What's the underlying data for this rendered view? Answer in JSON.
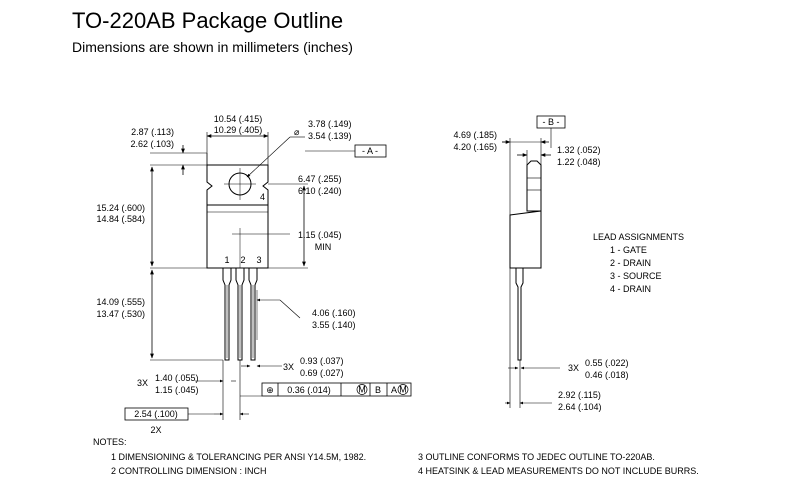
{
  "title": "TO-220AB Package Outline",
  "subtitle": "Dimensions are shown in millimeters (inches)",
  "front": {
    "width": [
      "10.54 (.415)",
      "10.29 (.405)"
    ],
    "hole_dia": [
      "3.78 (.149)",
      "3.54 (.139)"
    ],
    "tab_top": [
      "2.87 (.113)",
      "2.62 (.103)"
    ],
    "datum_a": "- A -",
    "hole_to_bottom": [
      "6.47 (.255)",
      "6.10 (.240)"
    ],
    "body_height": [
      "15.24 (.600)",
      "14.84 (.584)"
    ],
    "lead_note_num": "4",
    "lead_width_min": [
      "1.15 (.045)",
      "MIN"
    ],
    "lead_numbers": [
      "1",
      "2",
      "3"
    ],
    "lead_length": [
      "14.09 (.555)",
      "13.47 (.530)"
    ],
    "pitch_spacing": [
      "4.06 (.160)",
      "3.55 (.140)"
    ],
    "lead_width_3x_label": "3X",
    "lead_width_3x": [
      "0.93 (.037)",
      "0.69 (.027)"
    ],
    "shoulder_3x_label": "3X",
    "shoulder_width": [
      "1.40 (.055)",
      "1.15 (.045)"
    ],
    "tolerance_box": {
      "symbol": "⊕",
      "value": "0.36 (.014)",
      "mod1": "M",
      "datum_b": "B",
      "datum_a": "A",
      "mod2": "M"
    },
    "pitch": "2.54 (.100)",
    "pitch_multiplier": "2X"
  },
  "side": {
    "datum_b": "- B -",
    "thickness": [
      "4.69 (.185)",
      "4.20 (.165)"
    ],
    "tab_thickness": [
      "1.32 (.052)",
      "1.22 (.048)"
    ],
    "lead_thickness_label": "3X",
    "lead_thickness": [
      "0.55 (.022)",
      "0.46 (.018)"
    ],
    "lead_offset": [
      "2.92 (.115)",
      "2.64 (.104)"
    ]
  },
  "lead_assignments": {
    "heading": "LEAD ASSIGNMENTS",
    "items": [
      "1 - GATE",
      "2 - DRAIN",
      "3 - SOURCE",
      "4 - DRAIN"
    ]
  },
  "notes": {
    "heading": "NOTES:",
    "items": [
      "1  DIMENSIONING & TOLERANCING PER ANSI Y14.5M, 1982.",
      "2  CONTROLLING DIMENSION : INCH",
      "3  OUTLINE CONFORMS TO JEDEC OUTLINE TO-220AB.",
      "4  HEATSINK & LEAD MEASUREMENTS DO NOT INCLUDE BURRS."
    ]
  }
}
